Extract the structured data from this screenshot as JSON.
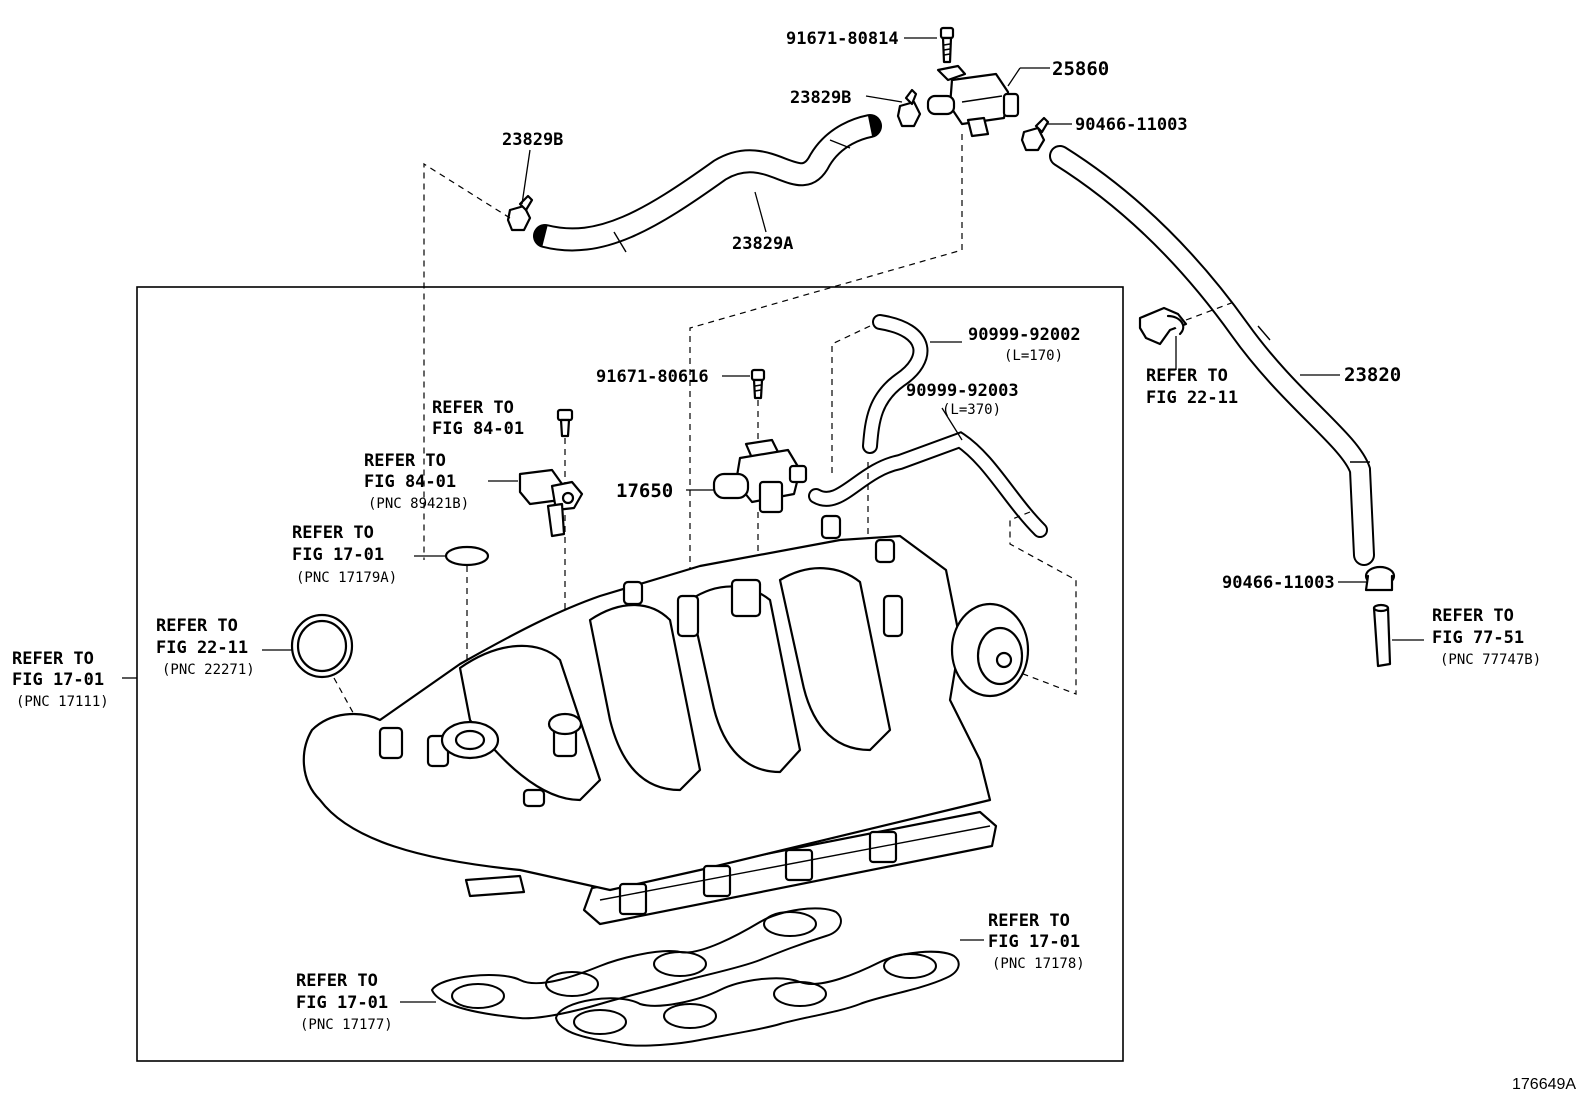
{
  "diagram_id": "176649A",
  "labels": {
    "p91671_80814": "91671-80814",
    "p25860": "25860",
    "p23829B_top": "23829B",
    "p90466_top": "90466-11003",
    "p23829B_left": "23829B",
    "p23829A": "23829A",
    "p90999_92002": "90999-92002",
    "p90999_92002_len": "(L=170)",
    "p91671_80616": "91671-80616",
    "p90999_92003": "90999-92003",
    "p90999_92003_len": "(L=370)",
    "p17650": "17650",
    "p23820": "23820",
    "p90466_right": "90466-11003"
  },
  "refs": {
    "ref_fig84_top": {
      "line1": "REFER TO",
      "line2": "FIG 84-01"
    },
    "ref_fig84_pnc": {
      "line1": "REFER TO",
      "line2": "FIG 84-01",
      "line3": "(PNC 89421B)"
    },
    "ref_fig17_17179": {
      "line1": "REFER TO",
      "line2": "FIG 17-01",
      "line3": "(PNC 17179A)"
    },
    "ref_fig22_22271": {
      "line1": "REFER TO",
      "line2": "FIG 22-11",
      "line3": "(PNC 22271)"
    },
    "ref_fig17_17111": {
      "line1": "REFER TO",
      "line2": "FIG 17-01",
      "line3": "(PNC 17111)"
    },
    "ref_fig22_right": {
      "line1": "REFER TO",
      "line2": "FIG 22-11"
    },
    "ref_fig77": {
      "line1": "REFER TO",
      "line2": "FIG 77-51",
      "line3": "(PNC 77747B)"
    },
    "ref_fig17_17178": {
      "line1": "REFER TO",
      "line2": "FIG 17-01",
      "line3": "(PNC 17178)"
    },
    "ref_fig17_17177": {
      "line1": "REFER TO",
      "line2": "FIG 17-01",
      "line3": "(PNC 17177)"
    }
  }
}
